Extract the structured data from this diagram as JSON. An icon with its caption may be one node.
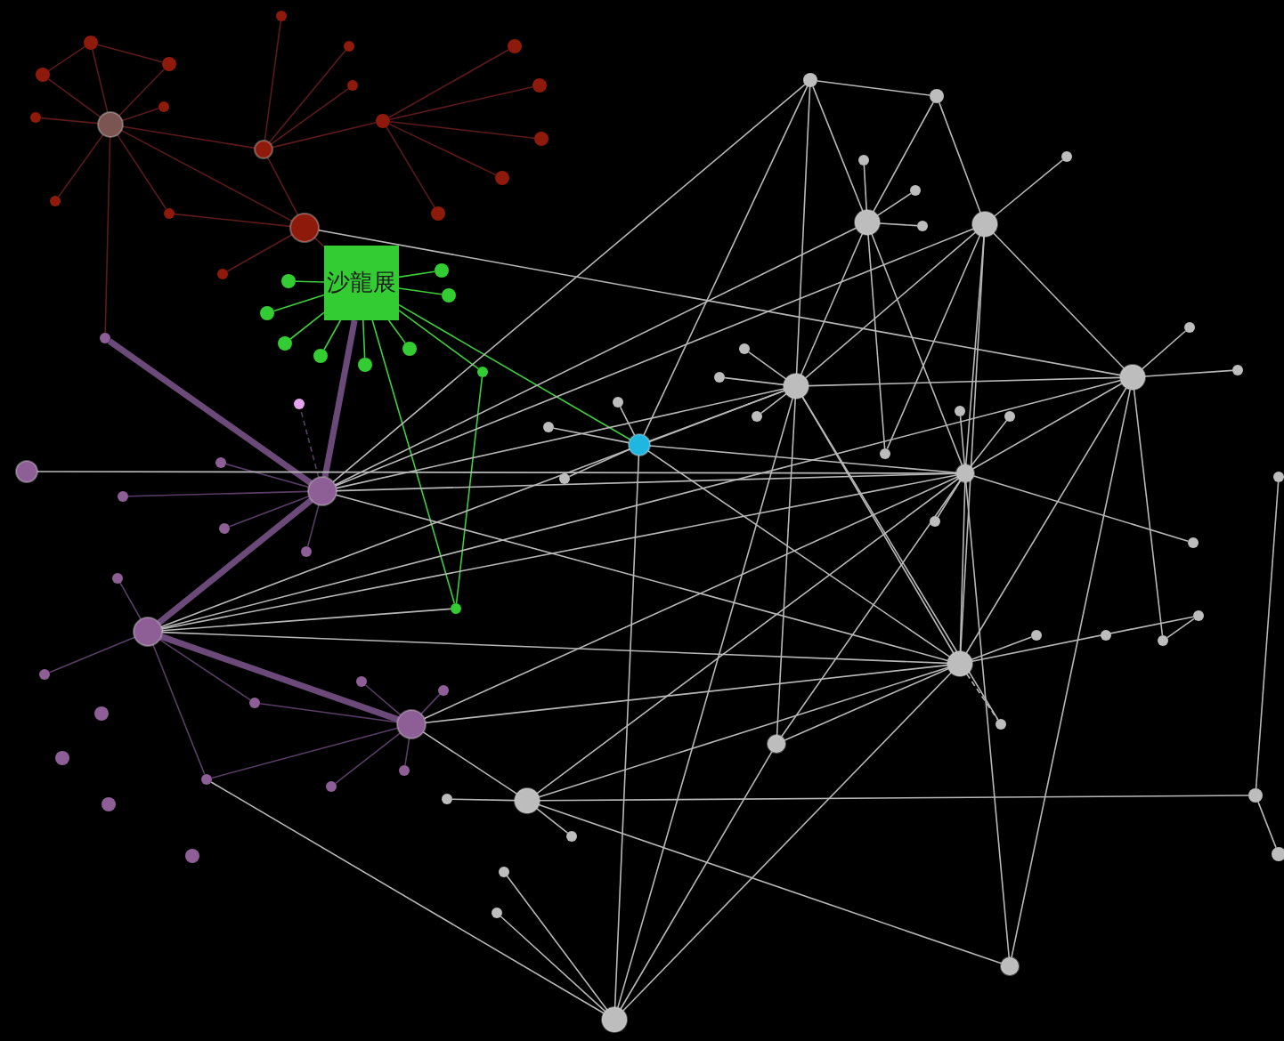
{
  "diagram": {
    "nodes": [
      {
        "text": [],
        "shape": "circle"
      },
      {
        "text": [],
        "shape": "circle"
      },
      {
        "text": [],
        "shape": "circle"
      },
      {
        "text": [],
        "shape": "circle"
      },
      {
        "text": [],
        "shape": "circle"
      },
      {
        "text": [],
        "shape": "circle"
      },
      {
        "text": [],
        "shape": "circle"
      },
      {
        "text": [],
        "shape": "circle"
      },
      {
        "text": [],
        "shape": "circle"
      },
      {
        "text": [],
        "shape": "circle"
      },
      {
        "text": [],
        "shape": "circle"
      },
      {
        "text": [],
        "shape": "circle"
      },
      {
        "text": [],
        "shape": "circle"
      },
      {
        "text": [],
        "shape": "circle"
      },
      {
        "text": [],
        "shape": "circle"
      },
      {
        "text": [],
        "shape": "circle"
      },
      {
        "text": [],
        "shape": "circle"
      },
      {
        "text": [],
        "shape": "circle"
      },
      {
        "text": [],
        "shape": "circle"
      },
      {
        "text": [],
        "shape": "circle"
      },
      {
        "text": [
          "沙龍展"
        ]
      },
      {
        "text": [],
        "shape": "circle"
      },
      {
        "text": [],
        "shape": "circle"
      },
      {
        "text": [],
        "shape": "circle"
      },
      {
        "text": [],
        "shape": "circle"
      },
      {
        "text": [],
        "shape": "circle"
      },
      {
        "text": [],
        "shape": "circle"
      },
      {
        "text": [],
        "shape": "circle"
      },
      {
        "text": [],
        "shape": "circle"
      },
      {
        "text": [],
        "shape": "circle"
      },
      {
        "text": [],
        "shape": "circle"
      },
      {
        "text": [],
        "shape": "circle"
      },
      {
        "text": [],
        "shape": "circle"
      },
      {
        "text": [],
        "shape": "circle"
      },
      {
        "text": [],
        "shape": "circle"
      },
      {
        "text": [],
        "shape": "circle"
      },
      {
        "text": [],
        "shape": "circle"
      },
      {
        "text": [],
        "shape": "circle"
      },
      {
        "text": [],
        "shape": "circle"
      },
      {
        "text": [],
        "shape": "circle"
      },
      {
        "text": [],
        "shape": "circle"
      },
      {
        "text": [],
        "shape": "circle"
      },
      {
        "text": [],
        "shape": "circle"
      },
      {
        "text": [],
        "shape": "circle"
      },
      {
        "text": [],
        "shape": "circle"
      },
      {
        "text": [],
        "shape": "circle"
      },
      {
        "text": [],
        "shape": "circle"
      },
      {
        "text": [],
        "shape": "circle"
      },
      {
        "text": [],
        "shape": "circle"
      },
      {
        "text": [],
        "shape": "circle"
      },
      {
        "text": [],
        "shape": "circle"
      },
      {
        "text": [],
        "shape": "circle"
      },
      {
        "text": [],
        "shape": "circle"
      },
      {
        "text": [],
        "shape": "circle"
      },
      {
        "text": [],
        "shape": "circle"
      },
      {
        "text": [],
        "shape": "circle"
      },
      {
        "text": [],
        "shape": "circle"
      },
      {
        "text": [],
        "shape": "circle"
      },
      {
        "text": [],
        "shape": "circle"
      },
      {
        "text": [],
        "shape": "circle"
      },
      {
        "text": [],
        "shape": "circle"
      },
      {
        "text": [],
        "shape": "circle"
      },
      {
        "text": [],
        "shape": "circle"
      },
      {
        "text": [],
        "shape": "circle"
      },
      {
        "text": [],
        "shape": "circle"
      },
      {
        "text": [],
        "shape": "circle"
      },
      {
        "text": [],
        "shape": "circle"
      },
      {
        "text": [],
        "shape": "circle"
      },
      {
        "text": [],
        "shape": "circle"
      },
      {
        "text": [],
        "shape": "circle"
      },
      {
        "text": [],
        "shape": "circle"
      },
      {
        "text": [],
        "shape": "circle"
      },
      {
        "text": [],
        "shape": "circle"
      },
      {
        "text": [],
        "shape": "circle"
      },
      {
        "text": [],
        "shape": "circle"
      },
      {
        "text": [],
        "shape": "circle"
      },
      {
        "text": [],
        "shape": "circle"
      },
      {
        "text": [],
        "shape": "circle"
      },
      {
        "text": [],
        "shape": "circle"
      },
      {
        "text": [],
        "shape": "circle"
      },
      {
        "text": [],
        "shape": "circle"
      },
      {
        "text": [],
        "shape": "circle"
      },
      {
        "text": [],
        "shape": "circle"
      },
      {
        "text": [],
        "shape": "circle"
      },
      {
        "text": [],
        "shape": "circle"
      },
      {
        "text": [],
        "shape": "circle"
      },
      {
        "text": [],
        "shape": "circle"
      },
      {
        "text": [],
        "shape": "circle"
      },
      {
        "text": [],
        "shape": "circle"
      },
      {
        "text": [],
        "shape": "circle"
      },
      {
        "text": [],
        "shape": "circle"
      },
      {
        "text": [],
        "shape": "circle"
      },
      {
        "text": [],
        "shape": "circle"
      },
      {
        "text": [],
        "shape": "circle"
      },
      {
        "text": [],
        "shape": "circle"
      }
    ],
    "edges": [
      {
        "from": 0,
        "to": 1,
        "arrow": "none",
        "color": "#5c1a1a"
      },
      {
        "from": 0,
        "to": 2,
        "arrow": "none",
        "color": "#5c1a1a"
      },
      {
        "from": 0,
        "to": 3,
        "arrow": "none",
        "color": "#5c1a1a"
      },
      {
        "from": 0,
        "to": 4,
        "arrow": "none",
        "color": "#5c1a1a"
      },
      {
        "from": 0,
        "to": 5,
        "arrow": "none",
        "color": "#5c1a1a"
      },
      {
        "from": 0,
        "to": 6,
        "arrow": "none",
        "color": "#5c1a1a"
      },
      {
        "from": 0,
        "to": 7,
        "arrow": "none",
        "color": "#5c1a1a"
      },
      {
        "from": 0,
        "to": 11,
        "arrow": "none",
        "color": "#5c1a1a"
      },
      {
        "from": 0,
        "to": 18,
        "arrow": "none",
        "color": "#5c1a1a"
      },
      {
        "from": 0,
        "to": 31,
        "arrow": "none",
        "color": "#5c1a1a"
      },
      {
        "from": 1,
        "to": 2,
        "arrow": "none",
        "color": "#5c1a1a"
      },
      {
        "from": 1,
        "to": 3,
        "arrow": "none",
        "color": "#5c1a1a"
      },
      {
        "from": 11,
        "to": 8,
        "arrow": "none",
        "color": "#5c1a1a"
      },
      {
        "from": 11,
        "to": 9,
        "arrow": "none",
        "color": "#5c1a1a"
      },
      {
        "from": 11,
        "to": 10,
        "arrow": "none",
        "color": "#5c1a1a"
      },
      {
        "from": 11,
        "to": 12,
        "arrow": "none",
        "color": "#5c1a1a"
      },
      {
        "from": 11,
        "to": 18,
        "arrow": "none",
        "color": "#5c1a1a"
      },
      {
        "from": 12,
        "to": 13,
        "arrow": "none",
        "color": "#5c1a1a"
      },
      {
        "from": 12,
        "to": 14,
        "arrow": "none",
        "color": "#5c1a1a"
      },
      {
        "from": 12,
        "to": 15,
        "arrow": "none",
        "color": "#5c1a1a"
      },
      {
        "from": 12,
        "to": 16,
        "arrow": "none",
        "color": "#5c1a1a"
      },
      {
        "from": 12,
        "to": 17,
        "arrow": "none",
        "color": "#5c1a1a"
      },
      {
        "from": 18,
        "to": 19,
        "arrow": "none",
        "color": "#5c1a1a"
      },
      {
        "from": 7,
        "to": 18,
        "arrow": "none",
        "color": "#5c1a1a"
      },
      {
        "from": 18,
        "to": 20,
        "arrow": "none",
        "color": "#5c1a1a"
      },
      {
        "from": 18,
        "to": 74,
        "arrow": "none"
      },
      {
        "from": 20,
        "to": 21,
        "arrow": "none",
        "color": "#3ecf3e"
      },
      {
        "from": 20,
        "to": 22,
        "arrow": "none",
        "color": "#3ecf3e"
      },
      {
        "from": 20,
        "to": 23,
        "arrow": "none",
        "color": "#3ecf3e"
      },
      {
        "from": 20,
        "to": 24,
        "arrow": "none",
        "color": "#3ecf3e"
      },
      {
        "from": 20,
        "to": 25,
        "arrow": "none",
        "color": "#3ecf3e"
      },
      {
        "from": 20,
        "to": 26,
        "arrow": "none",
        "color": "#3ecf3e"
      },
      {
        "from": 20,
        "to": 27,
        "arrow": "none",
        "color": "#3ecf3e"
      },
      {
        "from": 20,
        "to": 28,
        "arrow": "none",
        "color": "#3ecf3e"
      },
      {
        "from": 20,
        "to": 29,
        "arrow": "none",
        "color": "#3ecf3e"
      },
      {
        "from": 20,
        "to": 30,
        "arrow": "none",
        "color": "#3ecf3e"
      },
      {
        "from": 29,
        "to": 30,
        "arrow": "none",
        "color": "#3ecf3e"
      },
      {
        "from": 20,
        "to": 53,
        "arrow": "none",
        "color": "#3ecf3e"
      },
      {
        "from": 20,
        "to": 33,
        "arrow": "none",
        "style": "thick",
        "color": "#6b4a7a"
      },
      {
        "from": 31,
        "to": 33,
        "arrow": "none",
        "style": "thick",
        "color": "#6b4a7a"
      },
      {
        "from": 33,
        "to": 39,
        "arrow": "none",
        "style": "thick",
        "color": "#6b4a7a"
      },
      {
        "from": 39,
        "to": 49,
        "arrow": "none",
        "style": "thick",
        "color": "#6b4a7a"
      },
      {
        "from": 33,
        "to": 32,
        "arrow": "none",
        "style": "dashed",
        "color": "#5a3d66"
      },
      {
        "from": 33,
        "to": 35,
        "arrow": "none",
        "color": "#5a3d66"
      },
      {
        "from": 33,
        "to": 36,
        "arrow": "none",
        "color": "#5a3d66"
      },
      {
        "from": 33,
        "to": 37,
        "arrow": "none",
        "color": "#5a3d66"
      },
      {
        "from": 33,
        "to": 38,
        "arrow": "none",
        "color": "#5a3d66"
      },
      {
        "from": 39,
        "to": 40,
        "arrow": "none",
        "color": "#5a3d66"
      },
      {
        "from": 39,
        "to": 41,
        "arrow": "none",
        "color": "#5a3d66"
      },
      {
        "from": 39,
        "to": 46,
        "arrow": "none",
        "color": "#5a3d66"
      },
      {
        "from": 39,
        "to": 52,
        "arrow": "none",
        "color": "#5a3d66"
      },
      {
        "from": 49,
        "to": 47,
        "arrow": "none",
        "color": "#5a3d66"
      },
      {
        "from": 49,
        "to": 48,
        "arrow": "none",
        "color": "#5a3d66"
      },
      {
        "from": 49,
        "to": 50,
        "arrow": "none",
        "color": "#5a3d66"
      },
      {
        "from": 49,
        "to": 51,
        "arrow": "none",
        "color": "#5a3d66"
      },
      {
        "from": 49,
        "to": 46,
        "arrow": "none",
        "color": "#5a3d66"
      },
      {
        "from": 52,
        "to": 49,
        "arrow": "none",
        "color": "#5a3d66"
      },
      {
        "from": 34,
        "to": 72,
        "arrow": "none"
      },
      {
        "from": 33,
        "to": 57,
        "arrow": "none"
      },
      {
        "from": 33,
        "to": 60,
        "arrow": "none"
      },
      {
        "from": 33,
        "to": 64,
        "arrow": "none"
      },
      {
        "from": 33,
        "to": 65,
        "arrow": "none"
      },
      {
        "from": 33,
        "to": 72,
        "arrow": "none"
      },
      {
        "from": 33,
        "to": 83,
        "arrow": "none"
      },
      {
        "from": 39,
        "to": 30,
        "arrow": "none"
      },
      {
        "from": 39,
        "to": 65,
        "arrow": "none"
      },
      {
        "from": 39,
        "to": 72,
        "arrow": "none"
      },
      {
        "from": 39,
        "to": 83,
        "arrow": "none"
      },
      {
        "from": 39,
        "to": 74,
        "arrow": "none"
      },
      {
        "from": 49,
        "to": 86,
        "arrow": "none"
      },
      {
        "from": 49,
        "to": 83,
        "arrow": "none"
      },
      {
        "from": 49,
        "to": 72,
        "arrow": "none"
      },
      {
        "from": 52,
        "to": 91,
        "arrow": "none"
      },
      {
        "from": 53,
        "to": 54,
        "arrow": "none"
      },
      {
        "from": 53,
        "to": 55,
        "arrow": "none"
      },
      {
        "from": 53,
        "to": 56,
        "arrow": "none"
      },
      {
        "from": 53,
        "to": 65,
        "arrow": "none"
      },
      {
        "from": 53,
        "to": 72,
        "arrow": "none"
      },
      {
        "from": 53,
        "to": 57,
        "arrow": "none"
      },
      {
        "from": 53,
        "to": 91,
        "arrow": "none"
      },
      {
        "from": 53,
        "to": 83,
        "arrow": "none"
      },
      {
        "from": 57,
        "to": 58,
        "arrow": "none"
      },
      {
        "from": 57,
        "to": 60,
        "arrow": "none"
      },
      {
        "from": 57,
        "to": 65,
        "arrow": "none"
      },
      {
        "from": 58,
        "to": 60,
        "arrow": "none"
      },
      {
        "from": 58,
        "to": 64,
        "arrow": "none"
      },
      {
        "from": 60,
        "to": 59,
        "arrow": "none"
      },
      {
        "from": 60,
        "to": 61,
        "arrow": "none"
      },
      {
        "from": 60,
        "to": 62,
        "arrow": "none"
      },
      {
        "from": 60,
        "to": 65,
        "arrow": "none"
      },
      {
        "from": 60,
        "to": 69,
        "arrow": "none"
      },
      {
        "from": 60,
        "to": 72,
        "arrow": "none"
      },
      {
        "from": 64,
        "to": 63,
        "arrow": "none"
      },
      {
        "from": 64,
        "to": 74,
        "arrow": "none"
      },
      {
        "from": 64,
        "to": 65,
        "arrow": "none"
      },
      {
        "from": 64,
        "to": 72,
        "arrow": "none"
      },
      {
        "from": 64,
        "to": 83,
        "arrow": "none"
      },
      {
        "from": 64,
        "to": 69,
        "arrow": "none"
      },
      {
        "from": 65,
        "to": 66,
        "arrow": "none"
      },
      {
        "from": 65,
        "to": 67,
        "arrow": "none"
      },
      {
        "from": 65,
        "to": 68,
        "arrow": "none"
      },
      {
        "from": 65,
        "to": 74,
        "arrow": "none"
      },
      {
        "from": 65,
        "to": 83,
        "arrow": "none"
      },
      {
        "from": 65,
        "to": 84,
        "arrow": "none"
      },
      {
        "from": 65,
        "to": 91,
        "arrow": "none"
      },
      {
        "from": 65,
        "to": 85,
        "arrow": "none"
      },
      {
        "from": 72,
        "to": 70,
        "arrow": "none"
      },
      {
        "from": 72,
        "to": 71,
        "arrow": "none"
      },
      {
        "from": 72,
        "to": 73,
        "arrow": "none"
      },
      {
        "from": 72,
        "to": 74,
        "arrow": "none"
      },
      {
        "from": 72,
        "to": 78,
        "arrow": "none"
      },
      {
        "from": 72,
        "to": 83,
        "arrow": "none"
      },
      {
        "from": 72,
        "to": 92,
        "arrow": "none"
      },
      {
        "from": 72,
        "to": 85,
        "arrow": "none"
      },
      {
        "from": 72,
        "to": 86,
        "arrow": "none"
      },
      {
        "from": 74,
        "to": 75,
        "arrow": "none"
      },
      {
        "from": 74,
        "to": 76,
        "arrow": "none"
      },
      {
        "from": 74,
        "to": 81,
        "arrow": "none"
      },
      {
        "from": 74,
        "to": 92,
        "arrow": "none"
      },
      {
        "from": 74,
        "to": 83,
        "arrow": "none"
      },
      {
        "from": 83,
        "to": 79,
        "arrow": "none"
      },
      {
        "from": 83,
        "to": 82,
        "arrow": "none"
      },
      {
        "from": 83,
        "to": 84,
        "arrow": "none",
        "style": "dashed"
      },
      {
        "from": 83,
        "to": 85,
        "arrow": "none"
      },
      {
        "from": 83,
        "to": 86,
        "arrow": "none"
      },
      {
        "from": 83,
        "to": 91,
        "arrow": "none"
      },
      {
        "from": 82,
        "to": 81,
        "arrow": "none"
      },
      {
        "from": 77,
        "to": 93,
        "arrow": "none"
      },
      {
        "from": 93,
        "to": 94,
        "arrow": "none"
      },
      {
        "from": 86,
        "to": 87,
        "arrow": "none"
      },
      {
        "from": 86,
        "to": 88,
        "arrow": "none"
      },
      {
        "from": 86,
        "to": 93,
        "arrow": "none"
      },
      {
        "from": 91,
        "to": 89,
        "arrow": "none"
      },
      {
        "from": 91,
        "to": 90,
        "arrow": "none"
      },
      {
        "from": 91,
        "to": 85,
        "arrow": "none"
      },
      {
        "from": 86,
        "to": 92,
        "arrow": "none"
      }
    ]
  }
}
